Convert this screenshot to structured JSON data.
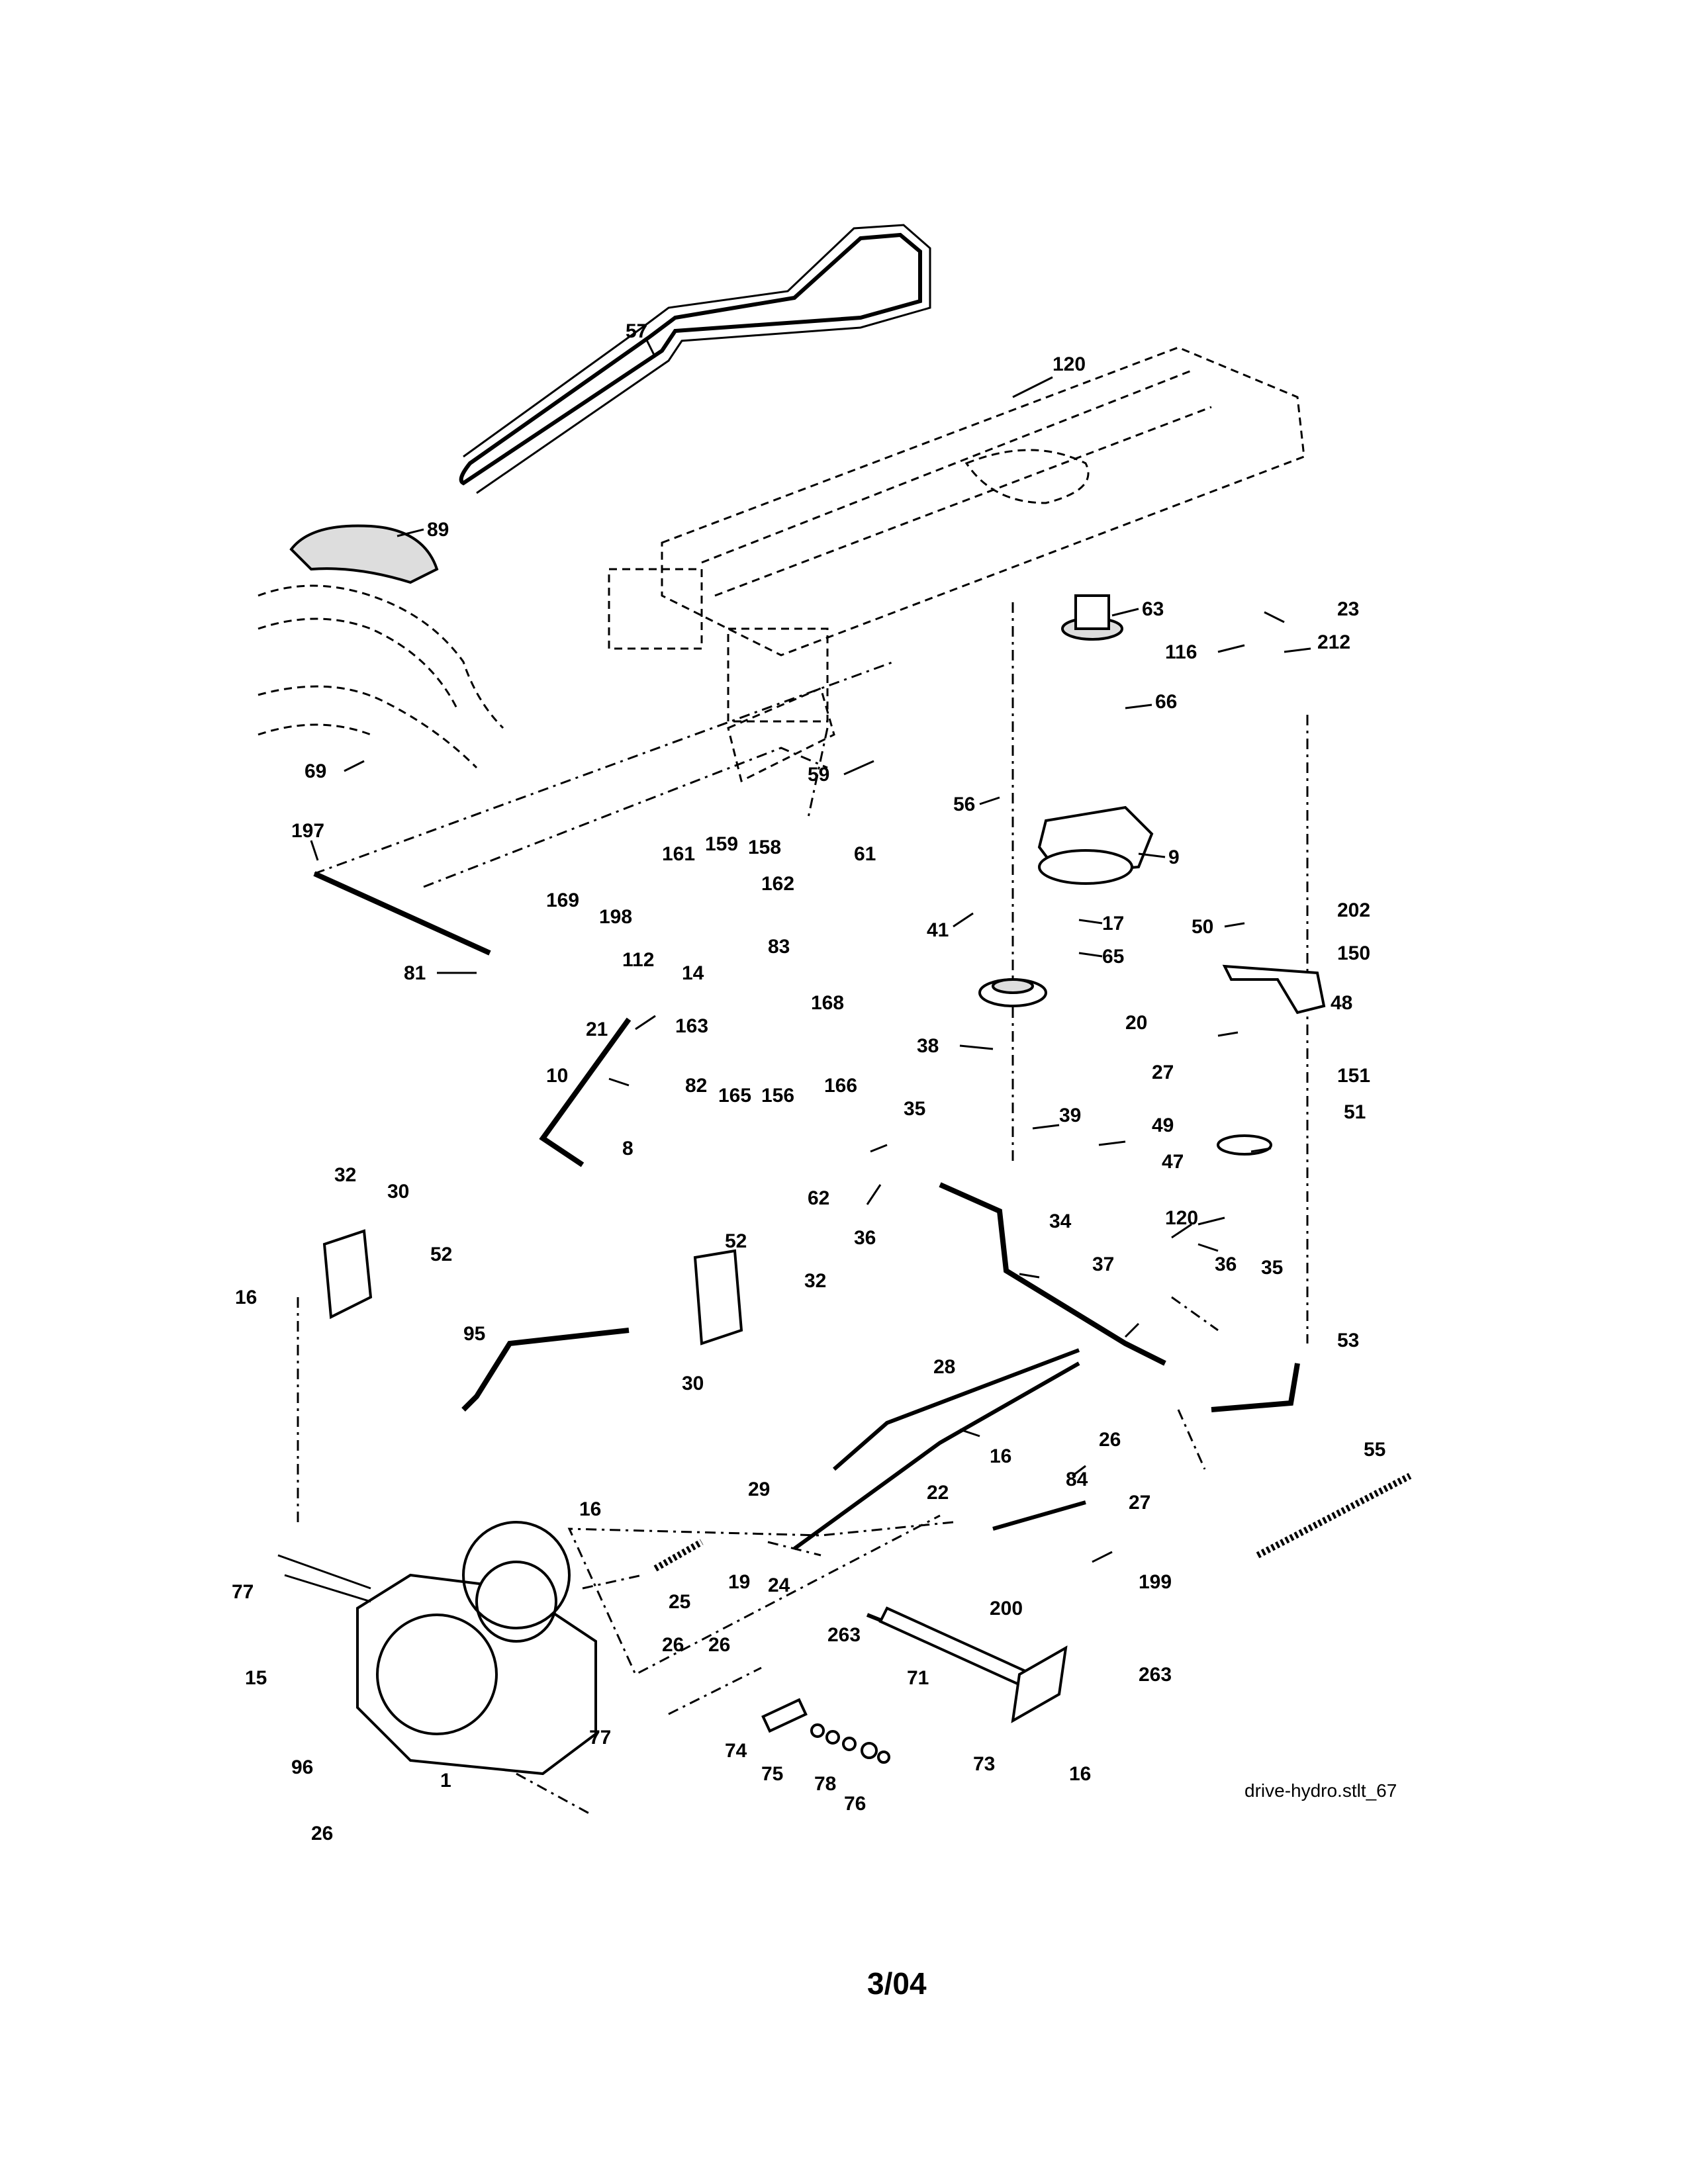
{
  "diagram": {
    "file_id": "drive-hydro.stlt_67",
    "page_date": "3/04",
    "callouts": [
      {
        "id": "c57",
        "label": "57"
      },
      {
        "id": "c120a",
        "label": "120"
      },
      {
        "id": "c89",
        "label": "89"
      },
      {
        "id": "c63",
        "label": "63"
      },
      {
        "id": "c23",
        "label": "23"
      },
      {
        "id": "c116",
        "label": "116"
      },
      {
        "id": "c212",
        "label": "212"
      },
      {
        "id": "c66",
        "label": "66"
      },
      {
        "id": "c69",
        "label": "69"
      },
      {
        "id": "c59",
        "label": "59"
      },
      {
        "id": "c56",
        "label": "56"
      },
      {
        "id": "c61",
        "label": "61"
      },
      {
        "id": "c9",
        "label": "9"
      },
      {
        "id": "c197",
        "label": "197"
      },
      {
        "id": "c161",
        "label": "161"
      },
      {
        "id": "c159",
        "label": "159"
      },
      {
        "id": "c158",
        "label": "158"
      },
      {
        "id": "c169",
        "label": "169"
      },
      {
        "id": "c162",
        "label": "162"
      },
      {
        "id": "c198",
        "label": "198"
      },
      {
        "id": "c41",
        "label": "41"
      },
      {
        "id": "c17",
        "label": "17"
      },
      {
        "id": "c50",
        "label": "50"
      },
      {
        "id": "c202",
        "label": "202"
      },
      {
        "id": "c150",
        "label": "150"
      },
      {
        "id": "c81",
        "label": "81"
      },
      {
        "id": "c83",
        "label": "83"
      },
      {
        "id": "c112",
        "label": "112"
      },
      {
        "id": "c14",
        "label": "14"
      },
      {
        "id": "c65",
        "label": "65"
      },
      {
        "id": "c48",
        "label": "48"
      },
      {
        "id": "c20",
        "label": "20"
      },
      {
        "id": "c168",
        "label": "168"
      },
      {
        "id": "c21",
        "label": "21"
      },
      {
        "id": "c163",
        "label": "163"
      },
      {
        "id": "c38",
        "label": "38"
      },
      {
        "id": "c27a",
        "label": "27"
      },
      {
        "id": "c10",
        "label": "10"
      },
      {
        "id": "c151",
        "label": "151"
      },
      {
        "id": "c82",
        "label": "82"
      },
      {
        "id": "c165",
        "label": "165"
      },
      {
        "id": "c156",
        "label": "156"
      },
      {
        "id": "c166",
        "label": "166"
      },
      {
        "id": "c35a",
        "label": "35"
      },
      {
        "id": "c39",
        "label": "39"
      },
      {
        "id": "c51",
        "label": "51"
      },
      {
        "id": "c49",
        "label": "49"
      },
      {
        "id": "c8",
        "label": "8"
      },
      {
        "id": "c47",
        "label": "47"
      },
      {
        "id": "c62",
        "label": "62"
      },
      {
        "id": "c32a",
        "label": "32"
      },
      {
        "id": "c30a",
        "label": "30"
      },
      {
        "id": "c36a",
        "label": "36"
      },
      {
        "id": "c120b",
        "label": "120"
      },
      {
        "id": "c34",
        "label": "34"
      },
      {
        "id": "c52a",
        "label": "52"
      },
      {
        "id": "c52b",
        "label": "52"
      },
      {
        "id": "c37",
        "label": "37"
      },
      {
        "id": "c16a",
        "label": "16"
      },
      {
        "id": "c32b",
        "label": "32"
      },
      {
        "id": "c36b",
        "label": "36"
      },
      {
        "id": "c35b",
        "label": "35"
      },
      {
        "id": "c95",
        "label": "95"
      },
      {
        "id": "c30b",
        "label": "30"
      },
      {
        "id": "c53",
        "label": "53"
      },
      {
        "id": "c28",
        "label": "28"
      },
      {
        "id": "c26a",
        "label": "26"
      },
      {
        "id": "c55",
        "label": "55"
      },
      {
        "id": "c16b",
        "label": "16"
      },
      {
        "id": "c84",
        "label": "84"
      },
      {
        "id": "c29",
        "label": "29"
      },
      {
        "id": "c22",
        "label": "22"
      },
      {
        "id": "c27b",
        "label": "27"
      },
      {
        "id": "c16c",
        "label": "16"
      },
      {
        "id": "c77a",
        "label": "77"
      },
      {
        "id": "c19",
        "label": "19"
      },
      {
        "id": "c24",
        "label": "24"
      },
      {
        "id": "c199",
        "label": "199"
      },
      {
        "id": "c25",
        "label": "25"
      },
      {
        "id": "c200",
        "label": "200"
      },
      {
        "id": "c263a",
        "label": "263"
      },
      {
        "id": "c26b",
        "label": "26"
      },
      {
        "id": "c26c",
        "label": "26"
      },
      {
        "id": "c15",
        "label": "15"
      },
      {
        "id": "c71",
        "label": "71"
      },
      {
        "id": "c263b",
        "label": "263"
      },
      {
        "id": "c77b",
        "label": "77"
      },
      {
        "id": "c74",
        "label": "74"
      },
      {
        "id": "c73",
        "label": "73"
      },
      {
        "id": "c16d",
        "label": "16"
      },
      {
        "id": "c96",
        "label": "96"
      },
      {
        "id": "c75",
        "label": "75"
      },
      {
        "id": "c78",
        "label": "78"
      },
      {
        "id": "c1",
        "label": "1"
      },
      {
        "id": "c76",
        "label": "76"
      },
      {
        "id": "c26d",
        "label": "26"
      }
    ]
  }
}
